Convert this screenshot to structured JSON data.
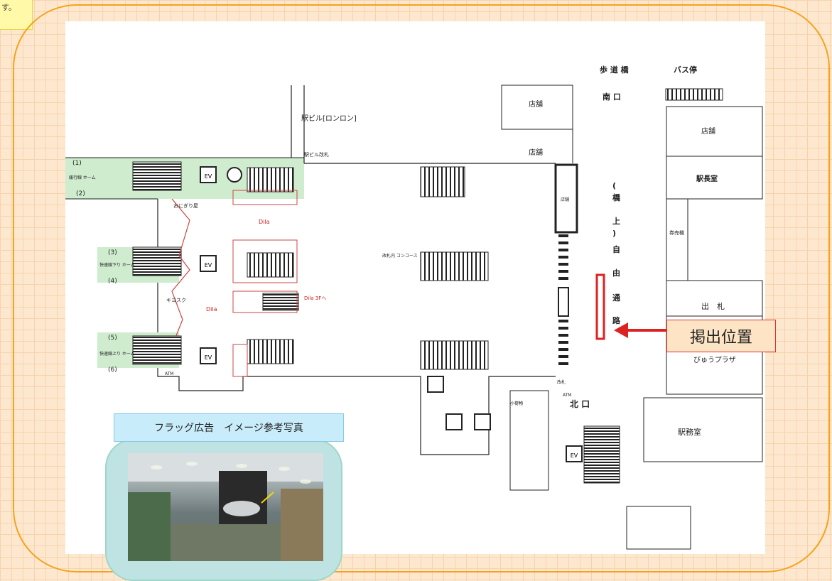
{
  "note": {
    "text": "す。"
  },
  "labels": {
    "pedestrian_bridge": "歩 道 橋",
    "bus_stop": "バス停",
    "south_exit": "南 口",
    "north_exit": "北 口",
    "station_building": "駅ビル[ロンロン]",
    "station_building_gate": "駅ビル改札",
    "store_1": "店舗",
    "store_2": "店舗",
    "store_3": "店舗",
    "store_vertical": "店舗",
    "station_master": "駅長室",
    "ticket_office": "出　札",
    "view_plaza": "びゅうプラザ",
    "station_affairs": "駅務室",
    "ticket_machine": "券売機",
    "free_passage": [
      "(",
      "橋",
      "上",
      ")",
      "自",
      "由",
      "通",
      "路"
    ],
    "concourse": "改札内\nコンコース",
    "ticket_gate": "改札",
    "atm": "ATM",
    "atm_left": "ATM",
    "kiosk": "キヨスク",
    "onigiri": "おにぎり屋",
    "small_toilet": "小荷物",
    "track_1": "(1)",
    "track_2": "(2)",
    "track_3": "(3)",
    "track_4": "(4)",
    "track_5": "(5)",
    "track_6": "(6)",
    "platform_a": "緩行線\nホーム",
    "platform_b": "快速線下り\nホーム",
    "platform_c": "快速線上り\nホーム",
    "dilie": "Dila",
    "dilie_3f": "Dila\n3Fへ",
    "ev": "EV"
  },
  "callout": {
    "text": "掲出位置"
  },
  "photo": {
    "caption": "フラッグ広告　イメージ参考写真"
  }
}
